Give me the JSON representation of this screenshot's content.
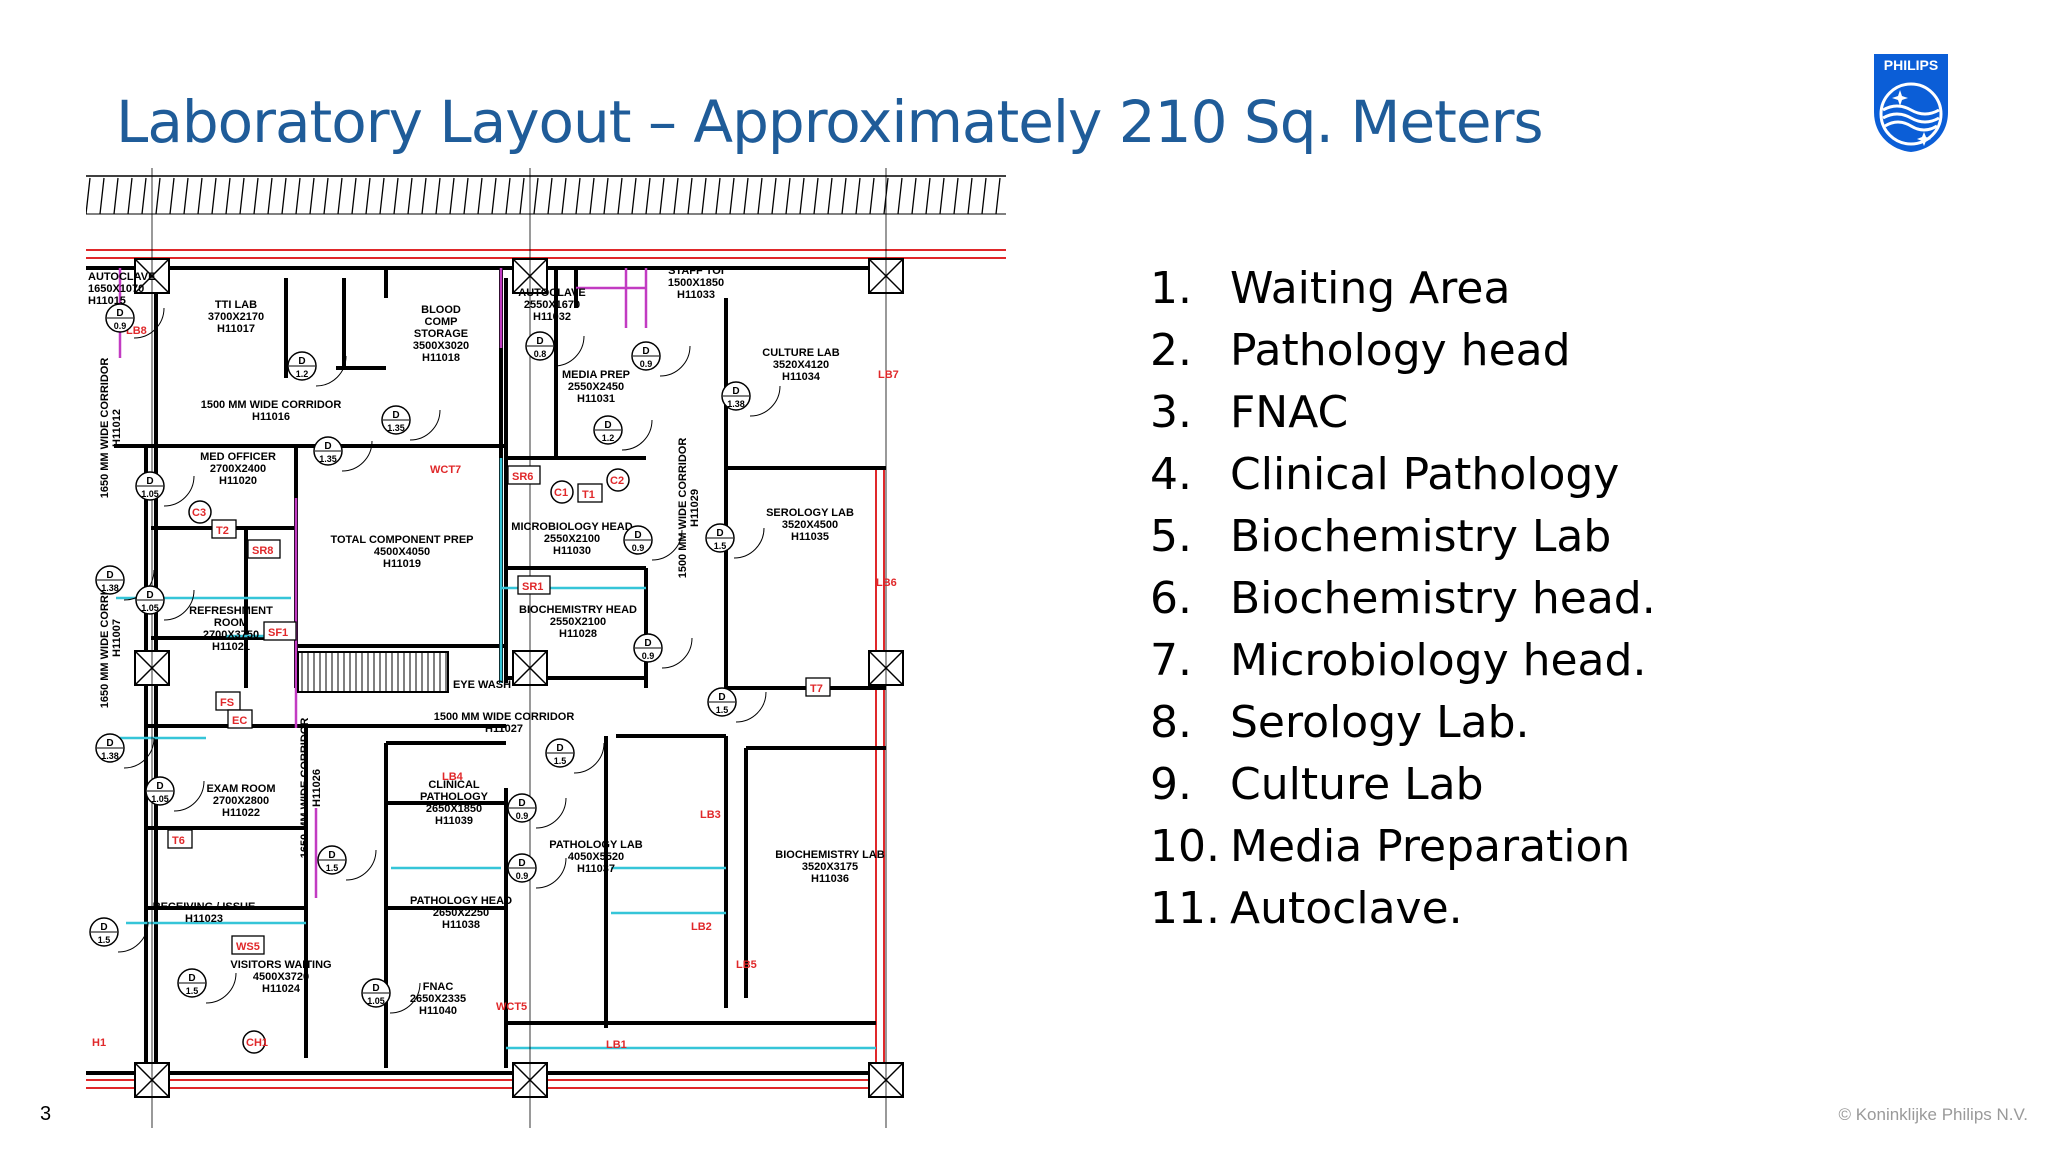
{
  "slide": {
    "title": "Laboratory Layout – Approximately 210 Sq. Meters",
    "page_number": "3",
    "copyright": "© Koninklijke Philips N.V."
  },
  "logo": {
    "text": "PHILIPS",
    "icon": "philips-shield-icon",
    "color": "#0b5ed7"
  },
  "room_list": [
    {
      "num": "1.",
      "label": "Waiting Area"
    },
    {
      "num": "2.",
      "label": "Pathology head"
    },
    {
      "num": "3.",
      "label": "FNAC"
    },
    {
      "num": "4.",
      "label": "Clinical Pathology"
    },
    {
      "num": "5.",
      "label": "Biochemistry Lab"
    },
    {
      "num": "6.",
      "label": "Biochemistry head."
    },
    {
      "num": "7.",
      "label": "Microbiology head."
    },
    {
      "num": "8.",
      "label": "Serology Lab."
    },
    {
      "num": "9.",
      "label": "Culture Lab"
    },
    {
      "num": "10.",
      "label": "Media Preparation"
    },
    {
      "num": "11.",
      "label": "Autoclave."
    }
  ],
  "plan": {
    "wall_color": "#000000",
    "red_line_color": "#e0282a",
    "cyan_line_color": "#35c5d8",
    "magenta_line_color": "#c23bc2",
    "rooms": {
      "autoclave_left": [
        "AUTOCLAVE",
        "1650X1070",
        "H11015"
      ],
      "tti_lab": [
        "TTI LAB",
        "3700X2170",
        "H11017"
      ],
      "blood_comp": [
        "BLOOD",
        "COMP",
        "STORAGE",
        "3500X3020",
        "H11018"
      ],
      "autoclave_right": [
        "AUTOCLAVE",
        "2550X1670",
        "H11032"
      ],
      "staff_toi": [
        "STAFF TOI",
        "1500X1850",
        "H11033"
      ],
      "culture_lab": [
        "CULTURE LAB",
        "3520X4120",
        "H11034"
      ],
      "media_prep": [
        "MEDIA PREP",
        "2550X2450",
        "H11031"
      ],
      "corridor_top": [
        "1500 MM WIDE CORRIDOR",
        "H11016"
      ],
      "corridor_left": [
        "1650 MM WIDE CORRIDOR",
        "H11012"
      ],
      "med_officer": [
        "MED OFFICER",
        "2700X2400",
        "H11020"
      ],
      "total_component": [
        "TOTAL COMPONENT PREP",
        "4500X4050",
        "H11019"
      ],
      "microbiology_head": [
        "MICROBIOLOGY HEAD",
        "2550X2100",
        "H11030"
      ],
      "corridor_mid_vertical": [
        "1500 MM WIDE CORRIDOR",
        "H11029"
      ],
      "serology_lab": [
        "SEROLOGY LAB",
        "3520X4500",
        "H11035"
      ],
      "refreshment": [
        "REFRESHMENT",
        "ROOM",
        "2700X3750",
        "H11021"
      ],
      "biochemistry_head": [
        "BIOCHEMISTRY HEAD",
        "2550X2100",
        "H11028"
      ],
      "corridor_left_lower": [
        "1650 MM WIDE CORRIDOR",
        "H11007"
      ],
      "eye_wash": [
        "EYE WASH"
      ],
      "corridor_mid": [
        "1500 MM WIDE CORRIDOR",
        "H11027"
      ],
      "exam_room": [
        "EXAM ROOM",
        "2700X2800",
        "H11022"
      ],
      "corridor_lower_vertical": [
        "1650 MM WIDE CORRIDOR",
        "H11026"
      ],
      "clinical_pathology": [
        "CLINICAL",
        "PATHOLOGY",
        "2650X1850",
        "H11039"
      ],
      "pathology_lab": [
        "PATHOLOGY LAB",
        "4050X5520",
        "H11037"
      ],
      "biochemistry_lab": [
        "BIOCHEMISTRY LAB",
        "3520X3175",
        "H11036"
      ],
      "receiving": [
        "RECEIVING / ISSUE",
        "H11023"
      ],
      "pathology_head": [
        "PATHOLOGY HEAD",
        "2650X2250",
        "H11038"
      ],
      "visitors_waiting": [
        "VISITORS WAITING",
        "4500X3720",
        "H11024"
      ],
      "fnac": [
        "FNAC",
        "2650X2335",
        "H11040"
      ]
    },
    "tags": [
      "LB8",
      "LB7",
      "LB6",
      "LB5",
      "LB4",
      "LB3",
      "LB2",
      "LB1",
      "WCT7",
      "WCT5",
      "SR6",
      "SR1",
      "SR8",
      "T1",
      "T2",
      "T6",
      "T7",
      "C1",
      "C2",
      "C3",
      "FS",
      "EC",
      "SF1",
      "WS5",
      "CH1",
      "H1"
    ],
    "door_labels": [
      "D",
      "0.9",
      "1.2",
      "1.35",
      "1.05",
      "1.38",
      "1.5",
      "0.8",
      "1.5"
    ]
  }
}
